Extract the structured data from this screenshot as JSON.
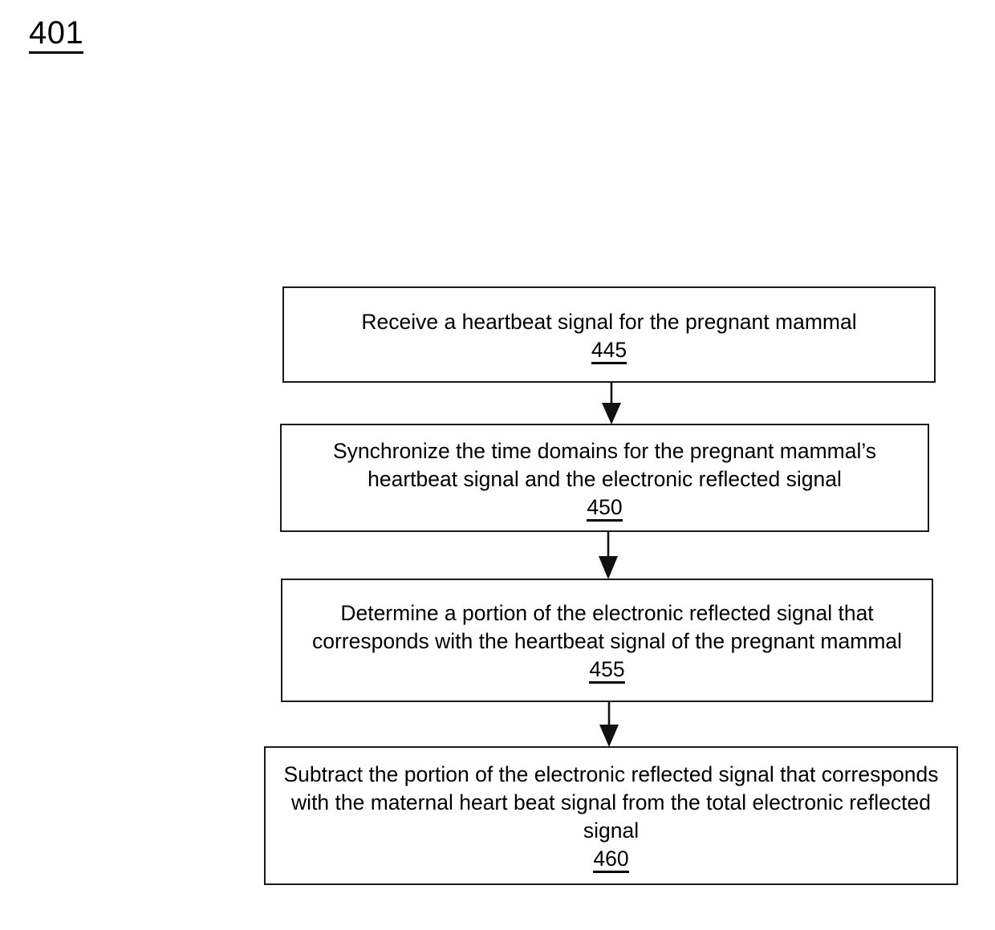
{
  "figure": {
    "label": "401"
  },
  "flowchart": {
    "orientation": "vertical",
    "steps": [
      {
        "id": "step-445",
        "text": "Receive a heartbeat signal for the pregnant mammal",
        "ref": "445"
      },
      {
        "id": "step-450",
        "text": "Synchronize the time domains for the pregnant mammal’s heartbeat signal and the electronic reflected signal",
        "ref": "450"
      },
      {
        "id": "step-455",
        "text": "Determine a portion of the electronic reflected signal that corresponds with the heartbeat signal of the pregnant mammal",
        "ref": "455"
      },
      {
        "id": "step-460",
        "text": "Subtract the portion of the electronic reflected signal that corresponds with the maternal heart beat signal from the total electronic reflected signal",
        "ref": "460"
      }
    ],
    "connectors": [
      {
        "id": "connector-445-450",
        "from": "445",
        "to": "450",
        "icon": "down-arrow-icon"
      },
      {
        "id": "connector-450-455",
        "from": "450",
        "to": "455",
        "icon": "down-arrow-icon"
      },
      {
        "id": "connector-455-460",
        "from": "455",
        "to": "460",
        "icon": "down-arrow-icon"
      }
    ]
  },
  "colors": {
    "background": "#ffffff",
    "stroke": "#1a1a1a",
    "text": "#000000"
  }
}
